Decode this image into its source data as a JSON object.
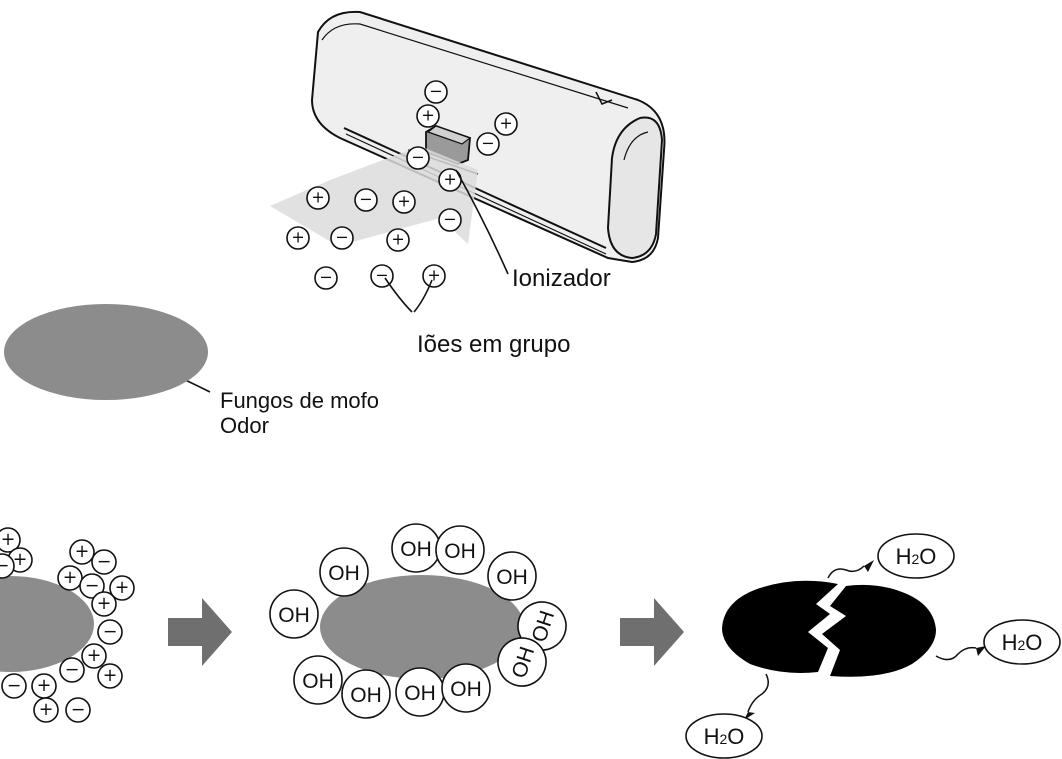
{
  "labels": {
    "ionizer": "Ionizador",
    "ion_cluster": "Iões em grupo",
    "mold": "Fungos de mofo",
    "odor": "Odor"
  },
  "molecules": {
    "hydroxyl": "OH",
    "water_prefix": "H",
    "water_sub": "2",
    "water_suffix": "O"
  },
  "ions": {
    "positive": "+",
    "negative": "−"
  },
  "colors": {
    "ink": "#111111",
    "mold_gray": "#8c8c8c",
    "unit_body": "#efefef",
    "airflow": "#dcdcdc",
    "arrow_gray": "#6f6f6f",
    "destroyed": "#000000"
  }
}
